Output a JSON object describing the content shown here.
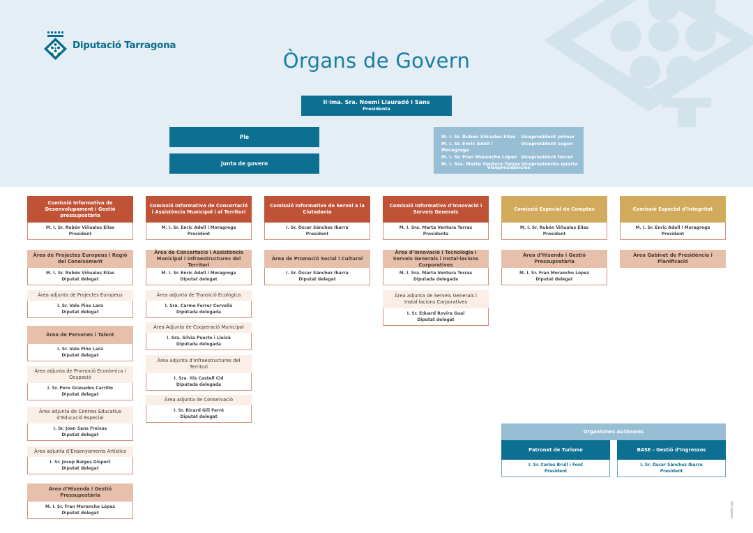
{
  "brand": {
    "name": "Diputació Tarragona"
  },
  "page": {
    "title": "Òrgans de Govern",
    "footer_note": "Tarragona"
  },
  "presidency": {
    "name": "Il·lma. Sra. Noemí Llauradó i Sans",
    "role": "Presidenta"
  },
  "ple_label": "Ple",
  "junta_label": "Junta de govern",
  "vice": {
    "rows": [
      {
        "name": "M. I. Sr. Rubén Viñuales Elías",
        "role": "Vicepresident primer"
      },
      {
        "name": "M. I. Sr. Enric Adell i Moragrega",
        "role": "Vicepresident segon"
      },
      {
        "name": "M. I. Sr. Fran Morancho López",
        "role": "Vicepresident tercer"
      },
      {
        "name": "M. I. Sra. Marta Ventura Torras",
        "role": "Vicepresidenta quarta"
      }
    ],
    "title": "Vicepresidències"
  },
  "columns": [
    {
      "header": "Comissió Informativa de Desenvolupament i Gestió pressupostària",
      "person": "M. I. Sr. Rubén Viñuales Elías",
      "role": "President",
      "cards": [
        {
          "title": "Àrea de Projectes Europeus i Regió del Coneixement",
          "person": "M. I. Sr. Rubén Viñuales Elías",
          "role": "Diputat delegat",
          "style": "area"
        },
        {
          "title": "Àrea adjunta de Projectes Europeus",
          "person": "I. Sr. Vale Pino Lara",
          "role": "Diputat delegat",
          "style": "adj"
        },
        {
          "title": "Àrea de Persones i Talent",
          "person": "I. Sr. Vale Pino Lara",
          "role": "Diputat delegat",
          "style": "area"
        },
        {
          "title": "Àrea adjunta de Promoció Econòmica i Ocupació",
          "person": "I. Sr. Pere Granados Carrillo",
          "role": "Diputat delegat",
          "style": "adj"
        },
        {
          "title": "Àrea adjunta de Centres Educatius d’Educació Especial",
          "person": "I. Sr. Joan Sans Freixas",
          "role": "Diputat delegat",
          "style": "adj"
        },
        {
          "title": "Àrea adjunta d’Ensenyaments Artístics",
          "person": "I. Sr. Josep Baiges Gispert",
          "role": "Diputat delegat",
          "style": "adj"
        },
        {
          "title": "Àrea d’Hisenda i Gestió Pressupostària",
          "person": "M. I. Sr. Fran Morancho López",
          "role": "Diputat delegat",
          "style": "area"
        }
      ]
    },
    {
      "header": "Comissió Informativa de Concertació i Assistència Municipal i al Territori",
      "person": "M. I. Sr. Enric Adell i Moragrega",
      "role": "President",
      "cards": [
        {
          "title": "Àrea de Concertació i Assistència Municipal i Infraestructures del Territori",
          "person": "M. I. Sr. Enric Adell i Moragrega",
          "role": "Diputat delegat",
          "style": "area"
        },
        {
          "title": "Àrea adjunta de Transició Ecològica",
          "person": "I. Sra. Carme Ferrer Cervelló",
          "role": "Diputada delegada",
          "style": "adj"
        },
        {
          "title": "Àrea Adjunta de Cooperació Municipal",
          "person": "I. Sra. Sílvia Puerto i Lleixà",
          "role": "Diputada delegada",
          "style": "adj"
        },
        {
          "title": "Àrea adjunta d’Infraestructures del Territori",
          "person": "I. Sra. Itis Castell Cid",
          "role": "Diputada delegada",
          "style": "adj"
        },
        {
          "title": "Àrea adjunta de Conservació",
          "person": "I. Sr. Ricard Gili Ferré",
          "role": "Diputat delegat",
          "style": "adj"
        }
      ]
    },
    {
      "header": "Comissió Informativa de Servei a la Ciutadania",
      "person": "I. Sr. Òscar Sánchez Ibarra",
      "role": "President",
      "cards": [
        {
          "title": "Àrea de Promoció Social i Cultural",
          "person": "I. Sr. Òscar Sánchez Ibarra",
          "role": "Diputat delegat",
          "style": "area"
        }
      ]
    },
    {
      "header": "Comissió Informativa d’Innovació i Serveis Generals",
      "person": "M. I. Sra. Marta Ventura Torras",
      "role": "Presidenta",
      "cards": [
        {
          "title": "Àrea d’Innovació i Tecnologia i Serveis Generals i Instal·lacions Corporatives",
          "person": "M. I. Sra. Marta Ventura Torras",
          "role": "Diputada delegada",
          "style": "area"
        },
        {
          "title": "Àrea adjunta de Serveis Generals i Instal·lacions Corporatives",
          "person": "I. Sr. Eduard Rovira Gual",
          "role": "Diputat delegat",
          "style": "adj"
        }
      ]
    },
    {
      "header": "Comissió Especial de Comptes",
      "person": "M. I. Sr. Rubén Viñuales Elías",
      "role": "President",
      "cards": [
        {
          "title": "Àrea d’Hisenda i Gestió Pressupostària",
          "person": "M. I. Sr. Fran Morancho López",
          "role": "Diputat delegat",
          "style": "area"
        }
      ]
    },
    {
      "header": "Comissió Especial d’Integritat",
      "person": "M. I. Sr. Enric Adell i Moragrega",
      "role": "President",
      "cards": [
        {
          "title": "Àrea Gabinet de Presidència i Planificació",
          "style": "area"
        }
      ]
    }
  ],
  "organismes": {
    "title": "Organismes Autònoms",
    "items": [
      {
        "name": "Patronat de Turisme",
        "person": "I. Sr. Carlos Brull i Font",
        "role": "President"
      },
      {
        "name": "BASE - Gestió d’Ingressos",
        "person": "I. Sr. Òscar Sánchez Ibarra",
        "role": "President"
      }
    ]
  },
  "colors": {
    "teal": "#0d6f92",
    "light_blue": "#98bed6",
    "red": "#c05236",
    "gold": "#d2aa5b",
    "salmon": "#e6c0ab",
    "band": "#e4eef4"
  }
}
